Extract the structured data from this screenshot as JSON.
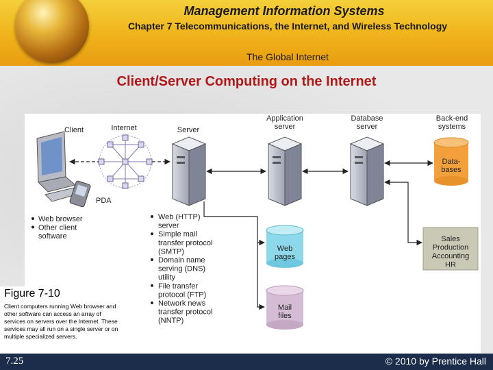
{
  "header": {
    "title": "Management Information Systems",
    "subtitle": "Chapter 7 Telecommunications, the Internet, and Wireless Technology",
    "topic": "The Global Internet"
  },
  "slide_title": "Client/Server Computing on the Internet",
  "diagram": {
    "labels": {
      "client": "Client",
      "internet": "Internet",
      "server": "Server",
      "app_server_1": "Application",
      "app_server_2": "server",
      "db_server_1": "Database",
      "db_server_2": "server",
      "backend_1": "Back-end",
      "backend_2": "systems",
      "databases_1": "Data-",
      "databases_2": "bases",
      "pda": "PDA",
      "web_pages_1": "Web",
      "web_pages_2": "pages",
      "mail_files_1": "Mail",
      "mail_files_2": "files",
      "sales_lines": [
        "Sales",
        "Production",
        "Accounting",
        "HR"
      ]
    },
    "client_bullets": [
      {
        "lines": [
          "Web browser"
        ]
      },
      {
        "lines": [
          "Other client",
          "software"
        ]
      }
    ],
    "server_bullets": [
      {
        "lines": [
          "Web (HTTP)",
          "server"
        ]
      },
      {
        "lines": [
          "Simple mail",
          "transfer protocol",
          "(SMTP)"
        ]
      },
      {
        "lines": [
          "Domain name",
          "serving (DNS)",
          "utility"
        ]
      },
      {
        "lines": [
          "File transfer",
          "protocol (FTP)"
        ]
      },
      {
        "lines": [
          "Network news",
          "transfer protocol",
          "(NNTP)"
        ]
      }
    ]
  },
  "figure": {
    "number": "Figure 7-10",
    "caption": "Client computers running Web browser and other software can access an array of services on servers over the Internet. These services may all run on a single server or on multiple specialized servers."
  },
  "footer": {
    "page": "7.25",
    "copyright": "© 2010 by Prentice Hall"
  },
  "colors": {
    "header": "#f0b21a",
    "title": "#b01818",
    "footer": "#1b2d4a",
    "databases": "#f2a03c",
    "web_pages": "#8ed8ec",
    "mail_files": "#d4bcd4",
    "backend_box": "#c9c9b6"
  }
}
